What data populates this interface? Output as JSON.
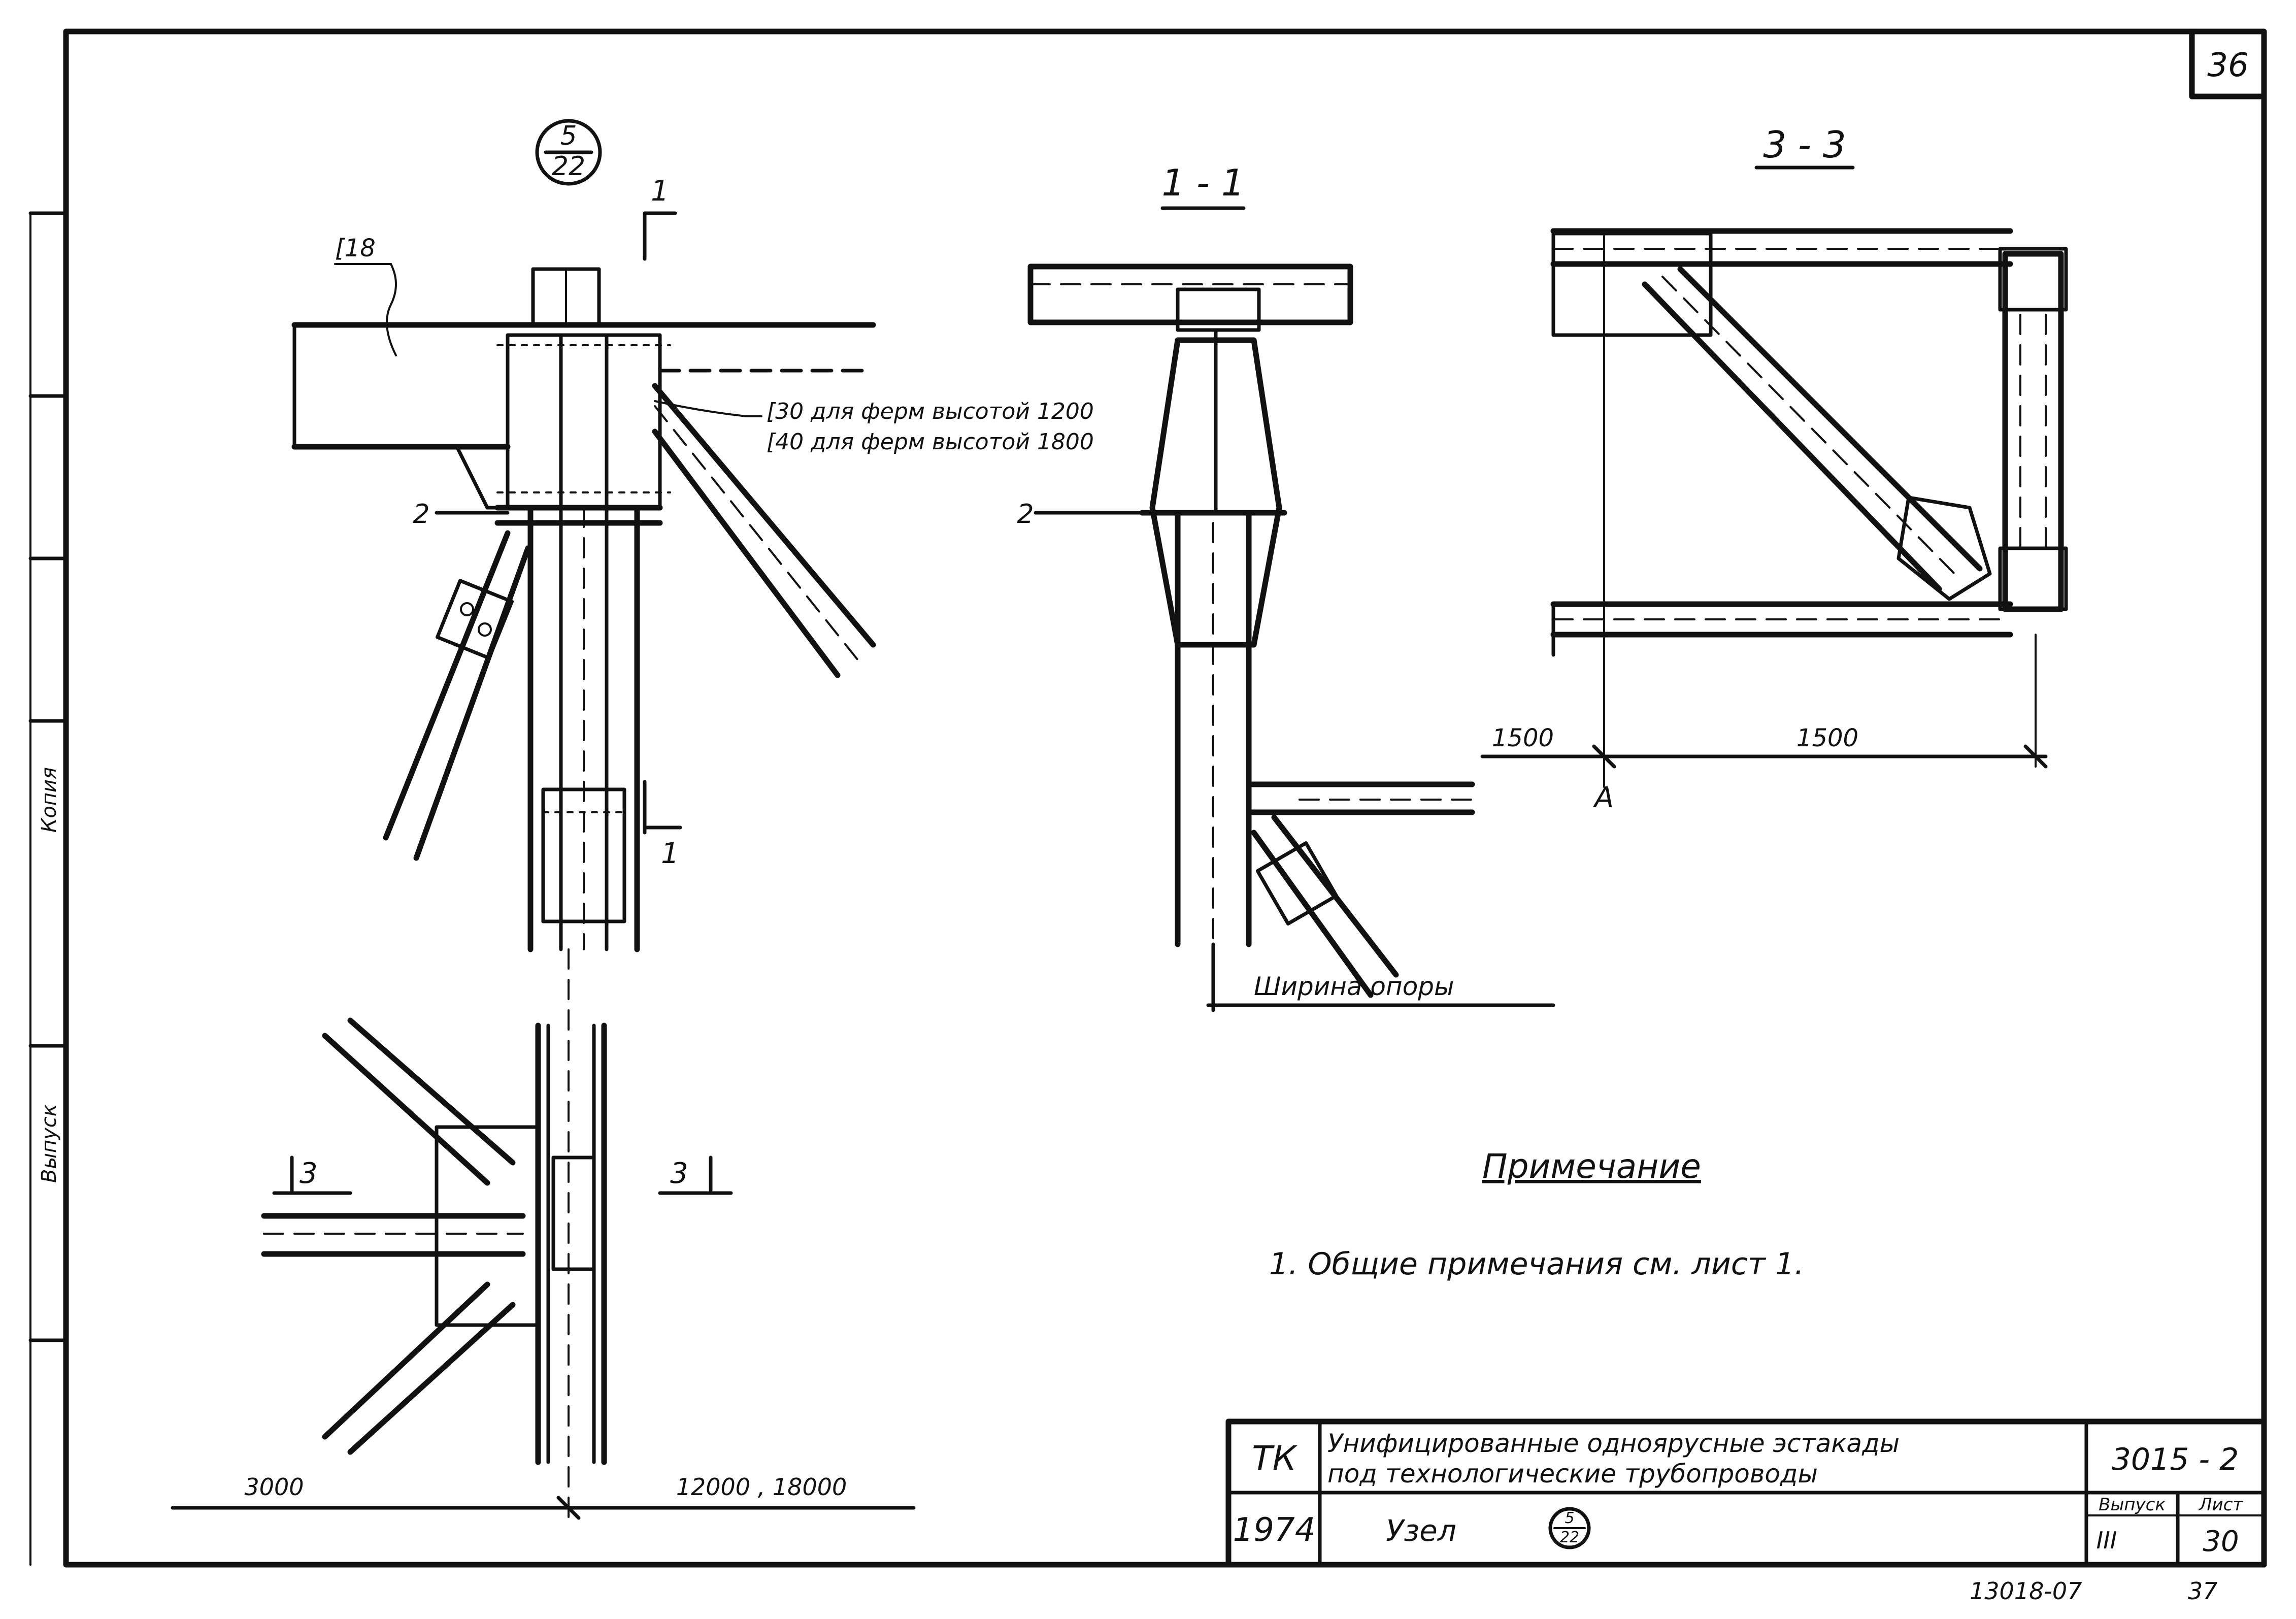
{
  "sheet_corner_number": "36",
  "node_marker": {
    "top": "5",
    "bottom": "22"
  },
  "sections": {
    "s11": "1 - 1",
    "s33": "3 - 3"
  },
  "cut_labels": {
    "one": "1",
    "two": "2",
    "three": "3"
  },
  "channel_label": "[18",
  "channel_notes": [
    "[30 для ферм высотой 1200",
    "[40 для ферм высотой 1800"
  ],
  "dimensions": {
    "span_left": "1500",
    "span_right": "1500",
    "axis": "A",
    "spans_left": "3000",
    "spans_right": "12000 , 18000"
  },
  "support_width": "Ширина опоры",
  "note": {
    "heading": "Примечание",
    "item": "1. Общие примечания см. лист 1."
  },
  "margin_texts": [
    "Копия",
    "Выпуск"
  ],
  "title_block": {
    "org": "ТК",
    "year": "1974",
    "title_line1": "Унифицированные одноярусные эстакады",
    "title_line2": "под технологические трубопроводы",
    "node_text": "Узел",
    "series": "3015 - 2",
    "issue_label": "Выпуск",
    "issue_value": "III",
    "sheet_label": "Лист",
    "sheet_value": "30"
  },
  "footer": {
    "code": "13018-07",
    "page": "37"
  }
}
